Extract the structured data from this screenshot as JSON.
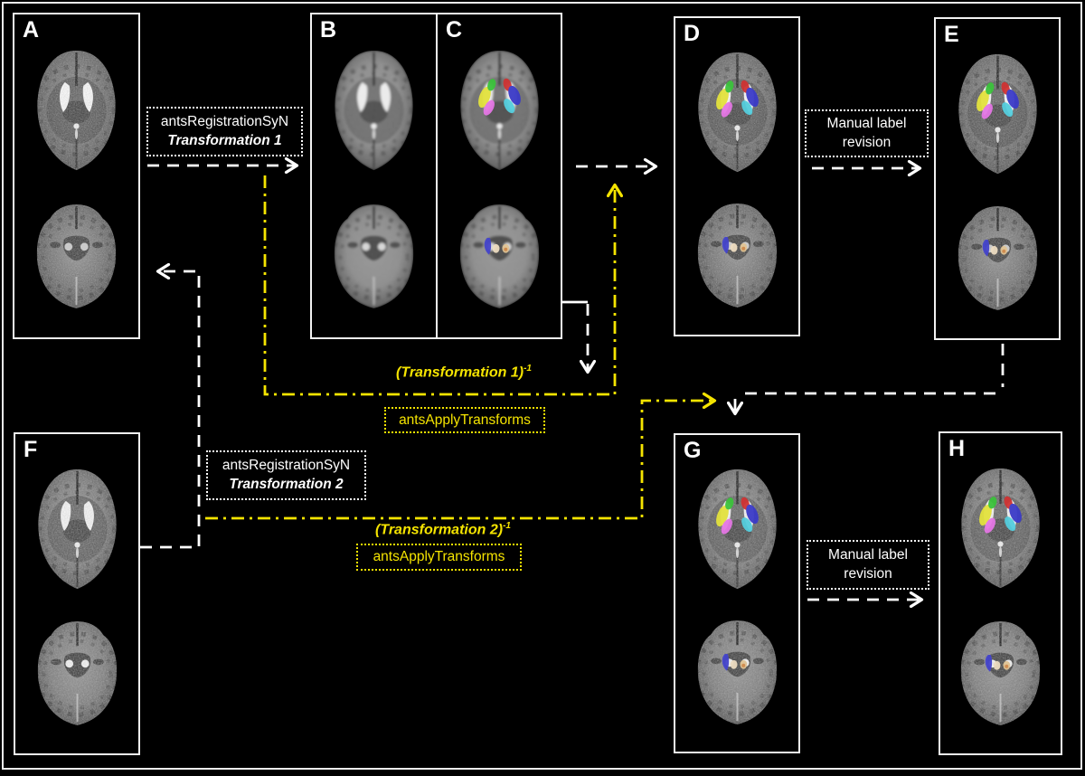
{
  "figure": {
    "panels": [
      {
        "letter": "A",
        "content": "baseline subject QSM, two axial slices, unlabeled"
      },
      {
        "letter": "B",
        "content": "template QSM, two axial slices, unlabeled"
      },
      {
        "letter": "C",
        "content": "template QSM with colored atlas labels"
      },
      {
        "letter": "D",
        "content": "baseline subject QSM with propagated labels"
      },
      {
        "letter": "E",
        "content": "baseline subject QSM with revised labels"
      },
      {
        "letter": "F",
        "content": "follow-up subject QSM, two axial slices, unlabeled"
      },
      {
        "letter": "G",
        "content": "follow-up subject QSM with propagated labels"
      },
      {
        "letter": "H",
        "content": "follow-up subject QSM with revised labels"
      }
    ],
    "boxes": {
      "registration1": {
        "line1": "antsRegistrationSyN",
        "line2": "Transformation 1"
      },
      "registration2": {
        "line1": "antsRegistrationSyN",
        "line2": "Transformation 2"
      },
      "manual_top": {
        "line1": "Manual label",
        "line2": "revision"
      },
      "manual_bottom": {
        "line1": "Manual label",
        "line2": "revision"
      },
      "apply1": {
        "label": "antsApplyTransforms"
      },
      "apply2": {
        "label": "antsApplyTransforms"
      },
      "inverse1": {
        "base": "(Transformation 1)",
        "exponent": "-1"
      },
      "inverse2": {
        "base": "(Transformation 2)",
        "exponent": "-1"
      }
    },
    "colors": {
      "background": "#000000",
      "panel_border": "#f2f2f2",
      "white_arrow": "#ffffff",
      "yellow_arrow": "#f5e400",
      "segmentation_upper": [
        "#e3e23e",
        "#3cc23c",
        "#e476e4",
        "#cf3333",
        "#3a3ac8",
        "#55cede"
      ],
      "segmentation_lower": [
        "#4444cc",
        "#ecdcc0",
        "#e0c394",
        "#d08a4a"
      ]
    }
  }
}
